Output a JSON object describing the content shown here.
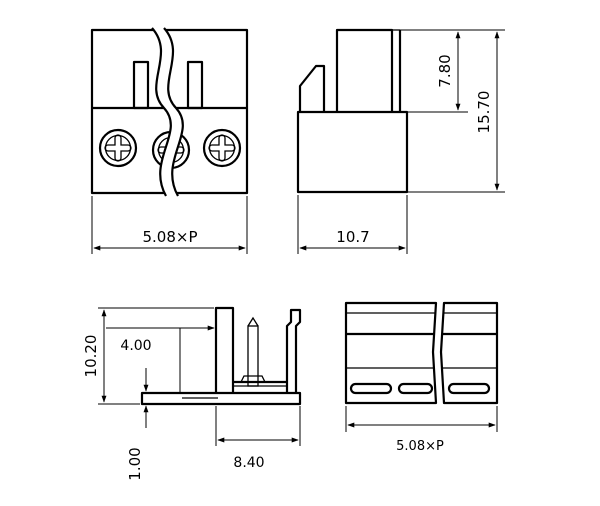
{
  "dimensions": {
    "front_pitch": "5.08×P",
    "side_depth": "10.7",
    "side_upper_height": "7.80",
    "side_total_height": "15.70",
    "section_height": "10.20",
    "section_inner": "4.00",
    "section_pin": "1.00",
    "section_width": "8.40",
    "bottom_pitch": "5.08×P"
  }
}
